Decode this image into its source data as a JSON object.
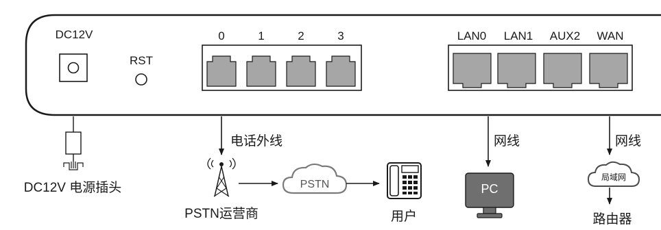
{
  "device": {
    "power_port_label": "DC12V",
    "reset_label": "RST",
    "phone_ports": [
      "0",
      "1",
      "2",
      "3"
    ],
    "network_ports": [
      "LAN0",
      "LAN1",
      "AUX2",
      "WAN"
    ]
  },
  "connections": {
    "power_plug_label": "DC12V 电源插头",
    "phone_line_label": "电话外线",
    "pstn_operator_label": "PSTN运营商",
    "pstn_cloud_label": "PSTN",
    "user_label": "用户",
    "pc_cable_label": "网线",
    "pc_label": "PC",
    "wan_cable_label": "网线",
    "lan_cloud_label": "局域网",
    "router_label": "路由器"
  },
  "colors": {
    "outline": "#1a1a1a",
    "port_fill": "#a6a6a6",
    "screen_fill": "#6f6f6f"
  }
}
